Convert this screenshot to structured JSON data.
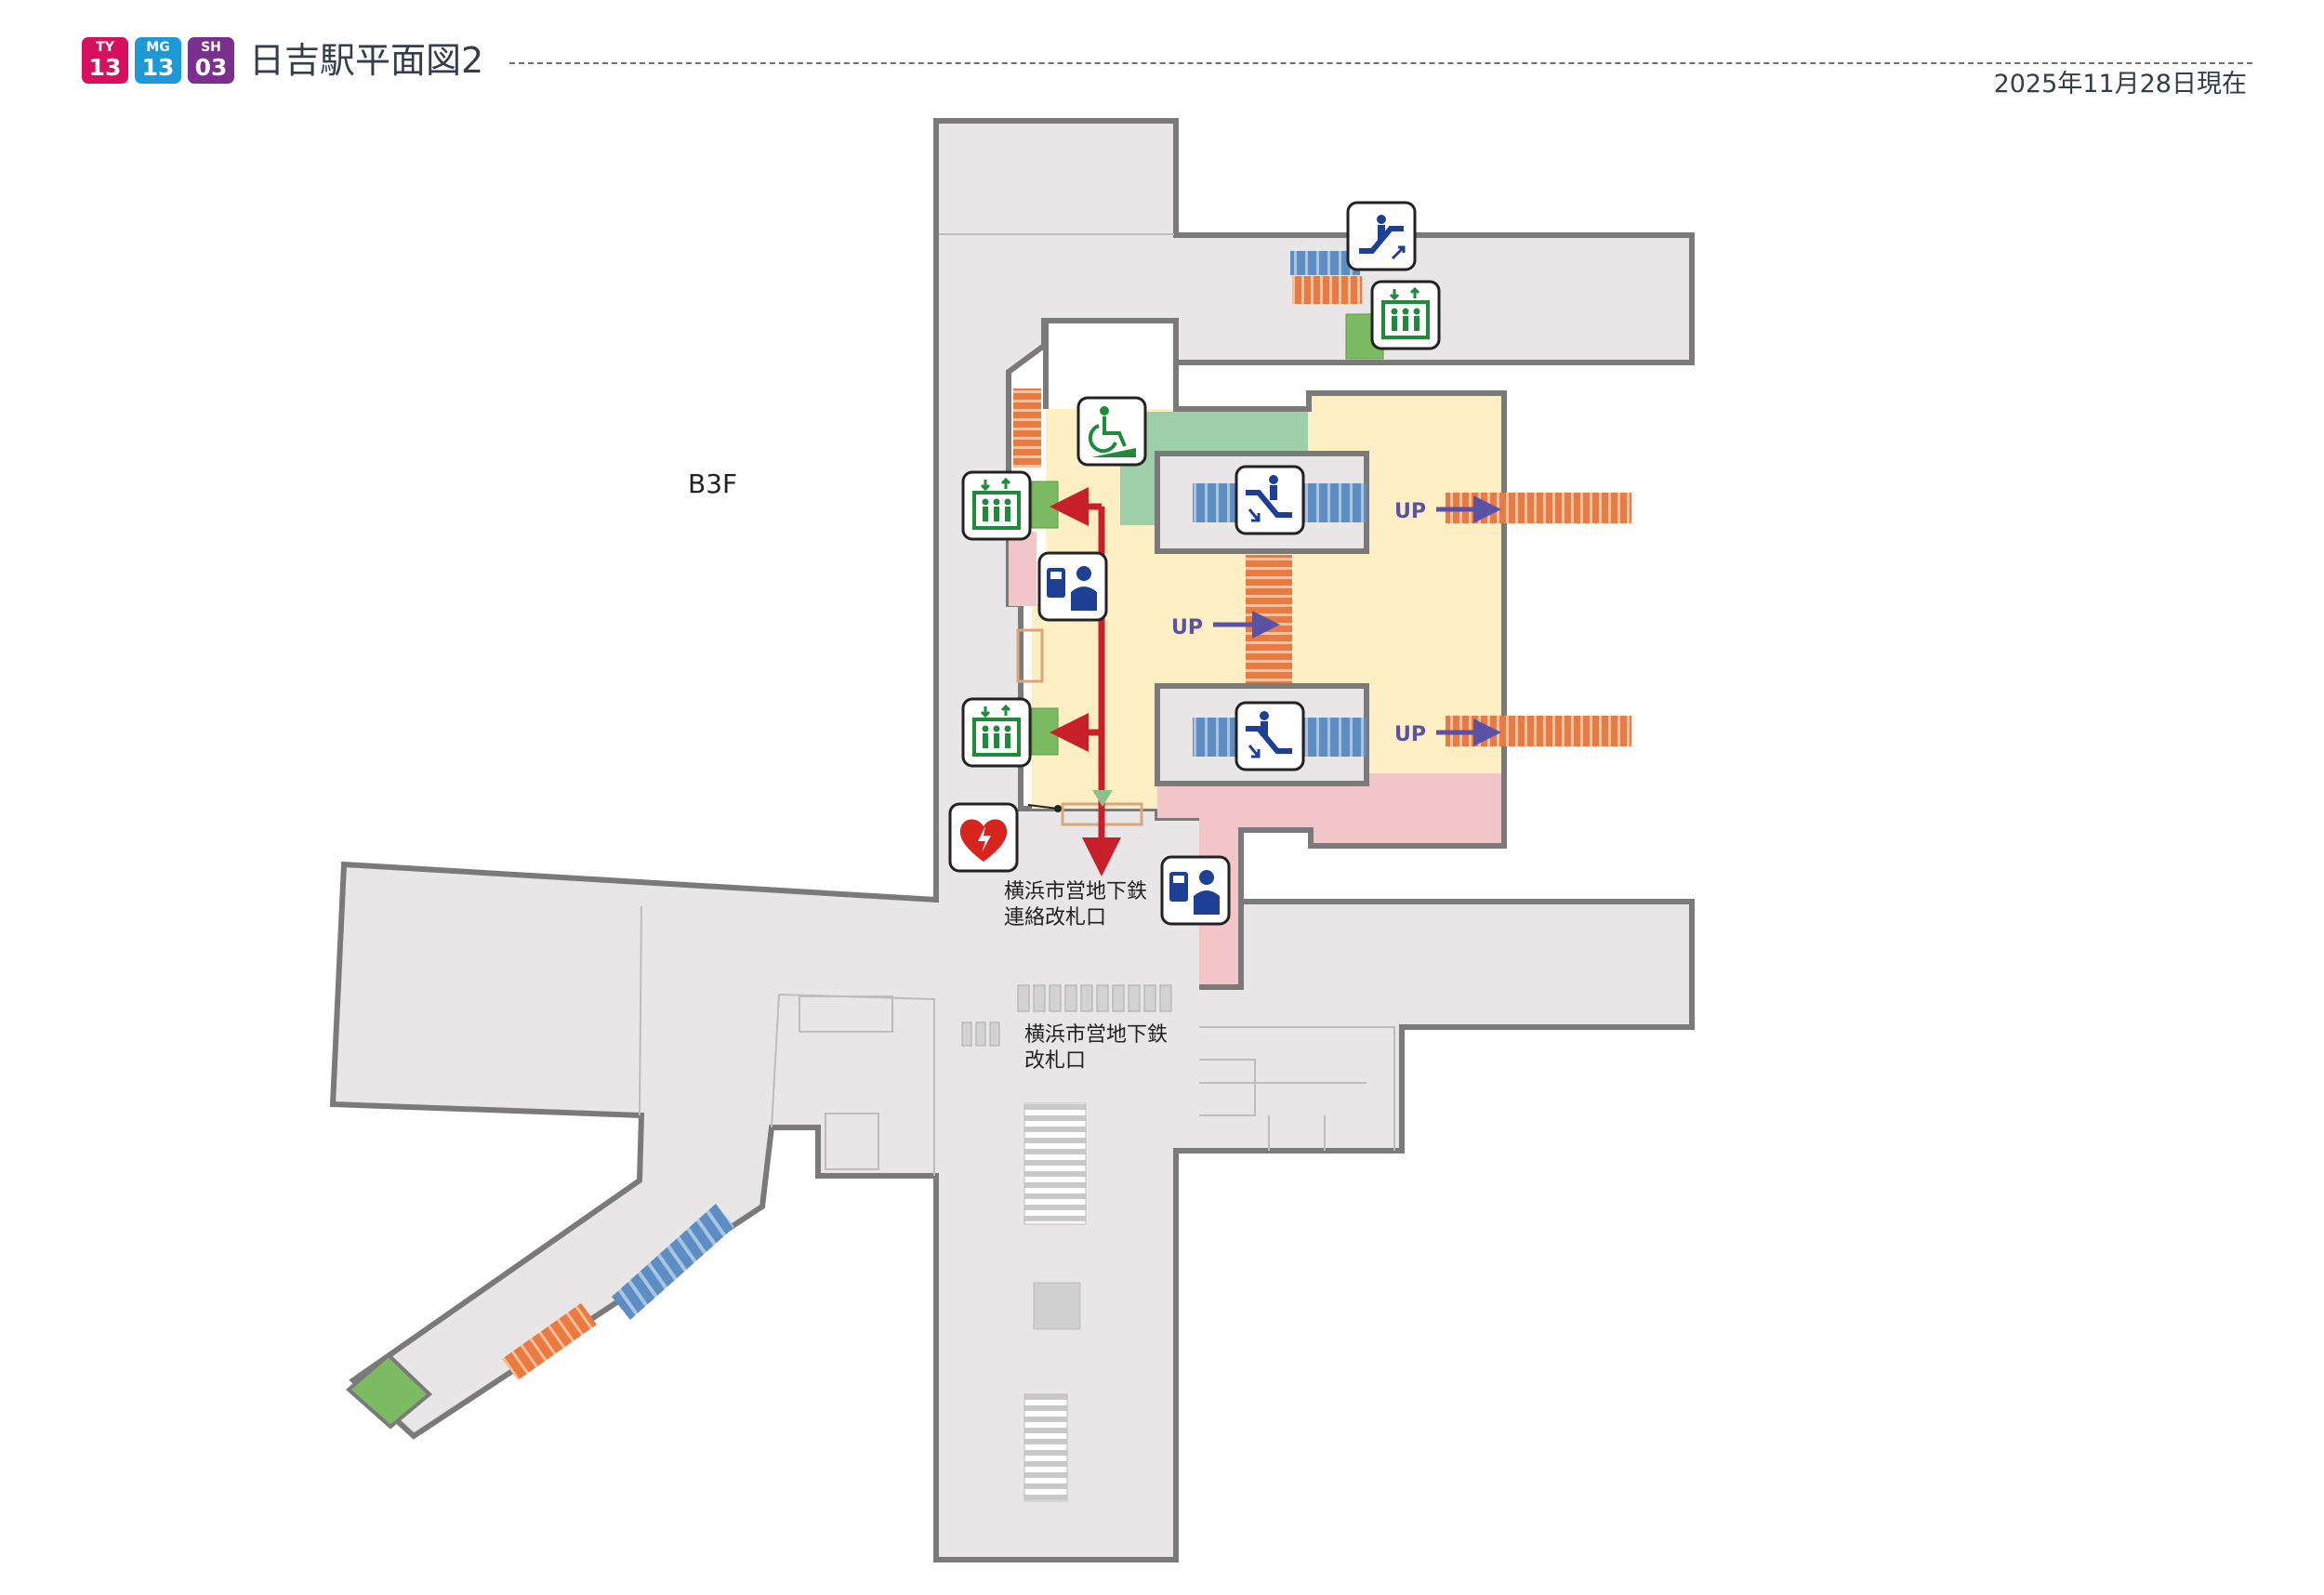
{
  "header": {
    "lines": [
      {
        "code": "TY",
        "number": "13",
        "color": "#d6105f"
      },
      {
        "code": "MG",
        "number": "13",
        "color": "#1d9ad6"
      },
      {
        "code": "SH",
        "number": "03",
        "color": "#7b2f8e"
      }
    ],
    "title": "日吉駅平面図2",
    "date": "2025年11月28日現在"
  },
  "map": {
    "floor_label": "B3F",
    "up_label": "UP",
    "gates": {
      "transfer_gate_line1": "横浜市営地下鉄",
      "transfer_gate_line2": "連絡改札口",
      "ticket_gate_line1": "横浜市営地下鉄",
      "ticket_gate_line2": "改札口"
    },
    "icons": [
      "escalator-up-icon",
      "elevator-icon",
      "wheelchair-slope-icon",
      "escalator-down-icon",
      "ticket-machine-staff-icon",
      "aed-icon"
    ],
    "colors": {
      "floor": "#e8e6e6",
      "wall": "#7a7a7a",
      "platform_yellow": "#fcefc3",
      "pink_area": "#f2c6c8",
      "slope_green": "#9fcfa9",
      "elevator_green": "#7dbb62",
      "stairs_orange": "#ea7a3f",
      "escalator_blue": "#5c8ec4",
      "route_red": "#c8202a",
      "up_arrow": "#5b52a6"
    }
  }
}
